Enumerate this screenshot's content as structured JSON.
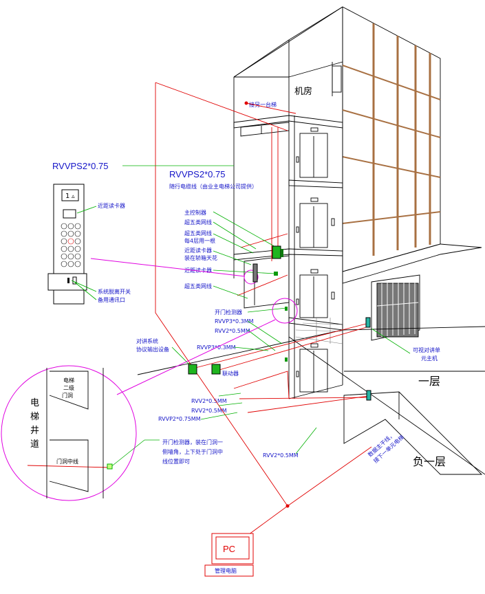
{
  "labels": {
    "machine_room": "机房",
    "connect_phone": "接另一台梯",
    "cable_main": "RVVPS2*0.75",
    "cable_trail": "RVVPS2*0.75",
    "trail_note": "随行电缆线（由业主电梯公司提供）",
    "reader_near": "近距读卡器",
    "system_switch": "系统脱离开关",
    "intercom_port": "备用通讯口",
    "main_controller": "主控制器",
    "cat5_1": "超五类网线",
    "cat5_2": "超五类网线",
    "cat5_2b": "每4层用一根",
    "reader_car": "近距读卡器",
    "reader_car_b": "装在轿箱天花",
    "reader_car2": "近距读卡器",
    "cat5_3": "超五类网线",
    "door_detector": "开门检测器",
    "rvvp_03_a": "RVVP3*0.3MM",
    "rvv_05_a": "RVV2*0.5MM",
    "intercom_sys": "对讲系统",
    "intercom_sys_b": "协议输出设备",
    "rvvp_03_b": "RVVP3*0.3MM",
    "linkage": "联动器",
    "rvv_05_b": "RVV2*0.5MM",
    "rvv_05_c": "RVV2*0.5MM",
    "rvvp_075": "RVVP2*0.75MM",
    "rvv_05_d": "RVV2*0.5MM",
    "visual_intercom": "可视对讲单",
    "visual_intercom_b": "元主机",
    "floor_1": "一层",
    "floor_b1": "负一层",
    "bus_note": "数据主干线，",
    "bus_note_b": "接下一单元电梯",
    "detector_note_1": "开门检测器，装在门洞一",
    "detector_note_2": "侧墙角，上下处于门洞中",
    "detector_note_3": "线位置即可",
    "pc": "PC",
    "mgmt_pc": "管理电脑",
    "shaft_label": "电梯井道",
    "shaft_c1": "电",
    "shaft_c2": "梯",
    "shaft_c3": "井",
    "shaft_c4": "道",
    "door_top_1": "电梯",
    "door_top_2": "二级",
    "door_top_3": "门洞",
    "door_mid": "门洞中线",
    "panel_floor": "1",
    "panel_arrow": "▵"
  },
  "colors": {
    "red": "#e00000",
    "green": "#00b000",
    "blue": "#1414c8",
    "magenta": "#e000e0",
    "brown": "#a87042"
  },
  "icons": [
    "elevator-panel-icon",
    "card-reader-icon",
    "controller-box-icon",
    "pc-monitor-icon",
    "intercom-unit-icon"
  ]
}
